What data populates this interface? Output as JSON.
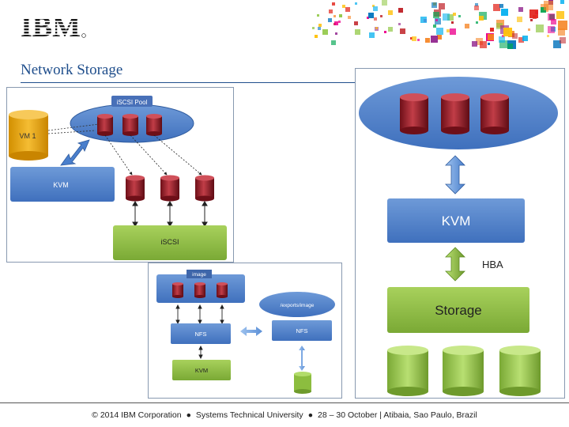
{
  "header": {
    "logo_text": "IBM",
    "title": "Network Storage"
  },
  "diagram_iscsi": {
    "pool_label": "iSCSI Pool",
    "vm_label": "VM 1",
    "kvm_label": "KVM",
    "iscsi_label": "iSCSI"
  },
  "diagram_nfs": {
    "image_label": "image",
    "exports_label": "/exports/image",
    "nfs_left_label": "NFS",
    "nfs_right_label": "NFS",
    "kvm_label": "KVM"
  },
  "diagram_hba": {
    "kvm_label": "KVM",
    "hba_label": "HBA",
    "storage_label": "Storage"
  },
  "footer": {
    "copyright": "© 2014 IBM Corporation",
    "event": "Systems Technical University",
    "dates": "28 – 30 October | Atibaia, Sao Paulo, Brazil",
    "bullet": "●"
  },
  "colors": {
    "title_blue": "#1f4e8c",
    "kvm_blue": "#4a7fcc",
    "storage_green": "#8cbd3f",
    "disk_red": "#a8232e",
    "vm_orange": "#e8a400"
  }
}
